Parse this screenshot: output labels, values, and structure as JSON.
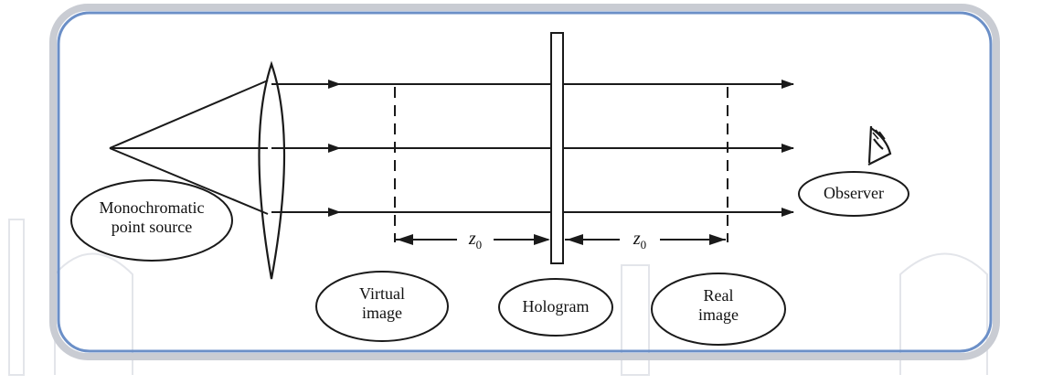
{
  "labels": {
    "source_line1": "Monochromatic",
    "source_line2": "point source",
    "observer": "Observer",
    "virtual_line1": "Virtual",
    "virtual_line2": "image",
    "hologram": "Hologram",
    "real_line1": "Real",
    "real_line2": "image",
    "z_var": "z",
    "z_sub": "0"
  },
  "colors": {
    "frame_outer": "#c9ccd3",
    "frame_inner": "#6b8fc7",
    "ink": "#1a1a1a",
    "watermark": "#e3e5ea"
  },
  "icons": {
    "observer": "eye-icon",
    "watermark": "intech-open-watermark"
  }
}
